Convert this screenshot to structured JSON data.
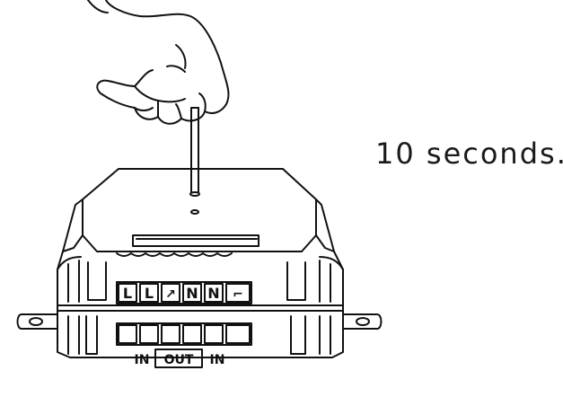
{
  "instruction": {
    "duration_text": "10 seconds."
  },
  "device": {
    "terminal_labels_top": [
      "L",
      "L",
      "↗",
      "N",
      "N",
      "⌐"
    ],
    "terminal_labels_bottom": {
      "left_in": "IN",
      "out": "OUT",
      "right_in": "IN"
    }
  },
  "colors": {
    "line": "#111111",
    "background": "#ffffff"
  },
  "icons": {
    "hand": "hand-holding-pin-icon",
    "pin": "reset-pin-icon",
    "device": "relay-module-icon"
  }
}
